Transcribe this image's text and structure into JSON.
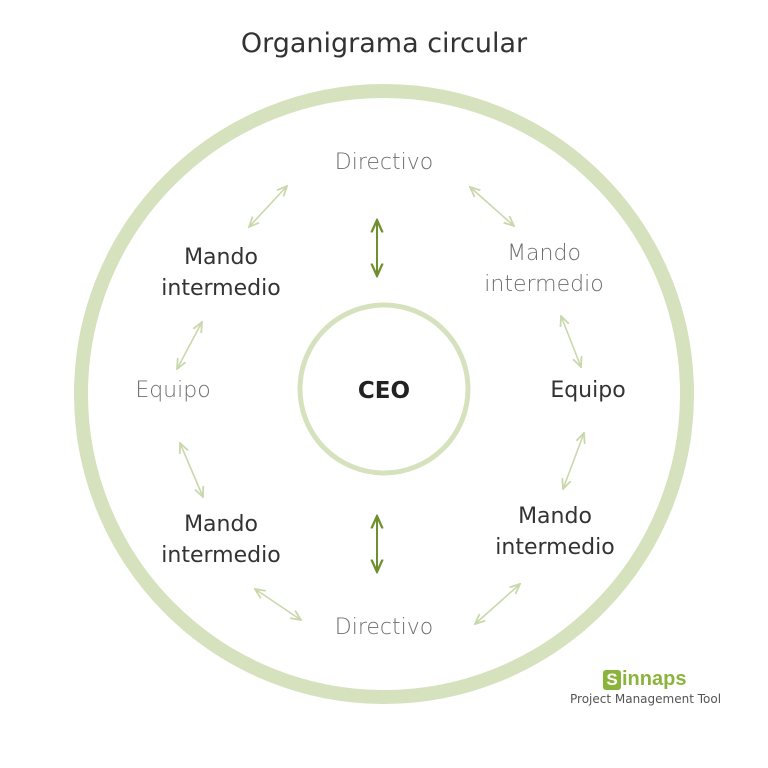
{
  "title": "Organigrama circular",
  "center": {
    "label": "CEO"
  },
  "nodes": {
    "top_directivo": "Directivo",
    "bottom_directivo": "Directivo",
    "left_upper_mando": [
      "Mando",
      "intermedio"
    ],
    "right_upper_mando": [
      "Mando",
      "intermedio"
    ],
    "left_lower_mando": [
      "Mando",
      "intermedio"
    ],
    "right_lower_mando": [
      "Mando",
      "intermedio"
    ],
    "left_equipo": "Equipo",
    "right_equipo": "Equipo"
  },
  "logo": {
    "brand_initial": "S",
    "brand_rest": "innaps",
    "tagline": "Project Management Tool"
  },
  "colors": {
    "ring": "#d6e2bd",
    "arrow_light": "#c9d8ab",
    "arrow_dark": "#6f8f2f",
    "brand": "#8cb43c"
  }
}
